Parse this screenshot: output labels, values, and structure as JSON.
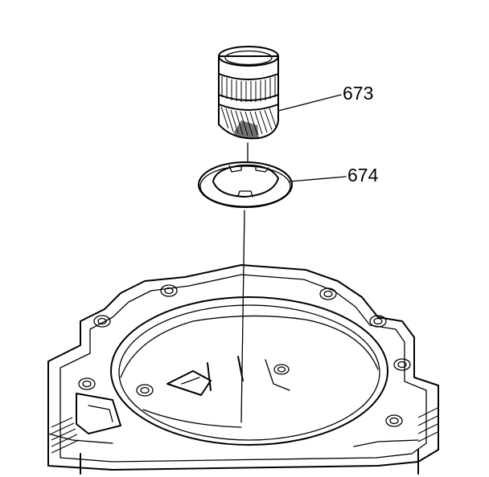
{
  "callouts": [
    {
      "id": "gear",
      "label": "673"
    },
    {
      "id": "washer",
      "label": "674"
    }
  ],
  "colors": {
    "line": "#000000",
    "background": "#ffffff"
  }
}
